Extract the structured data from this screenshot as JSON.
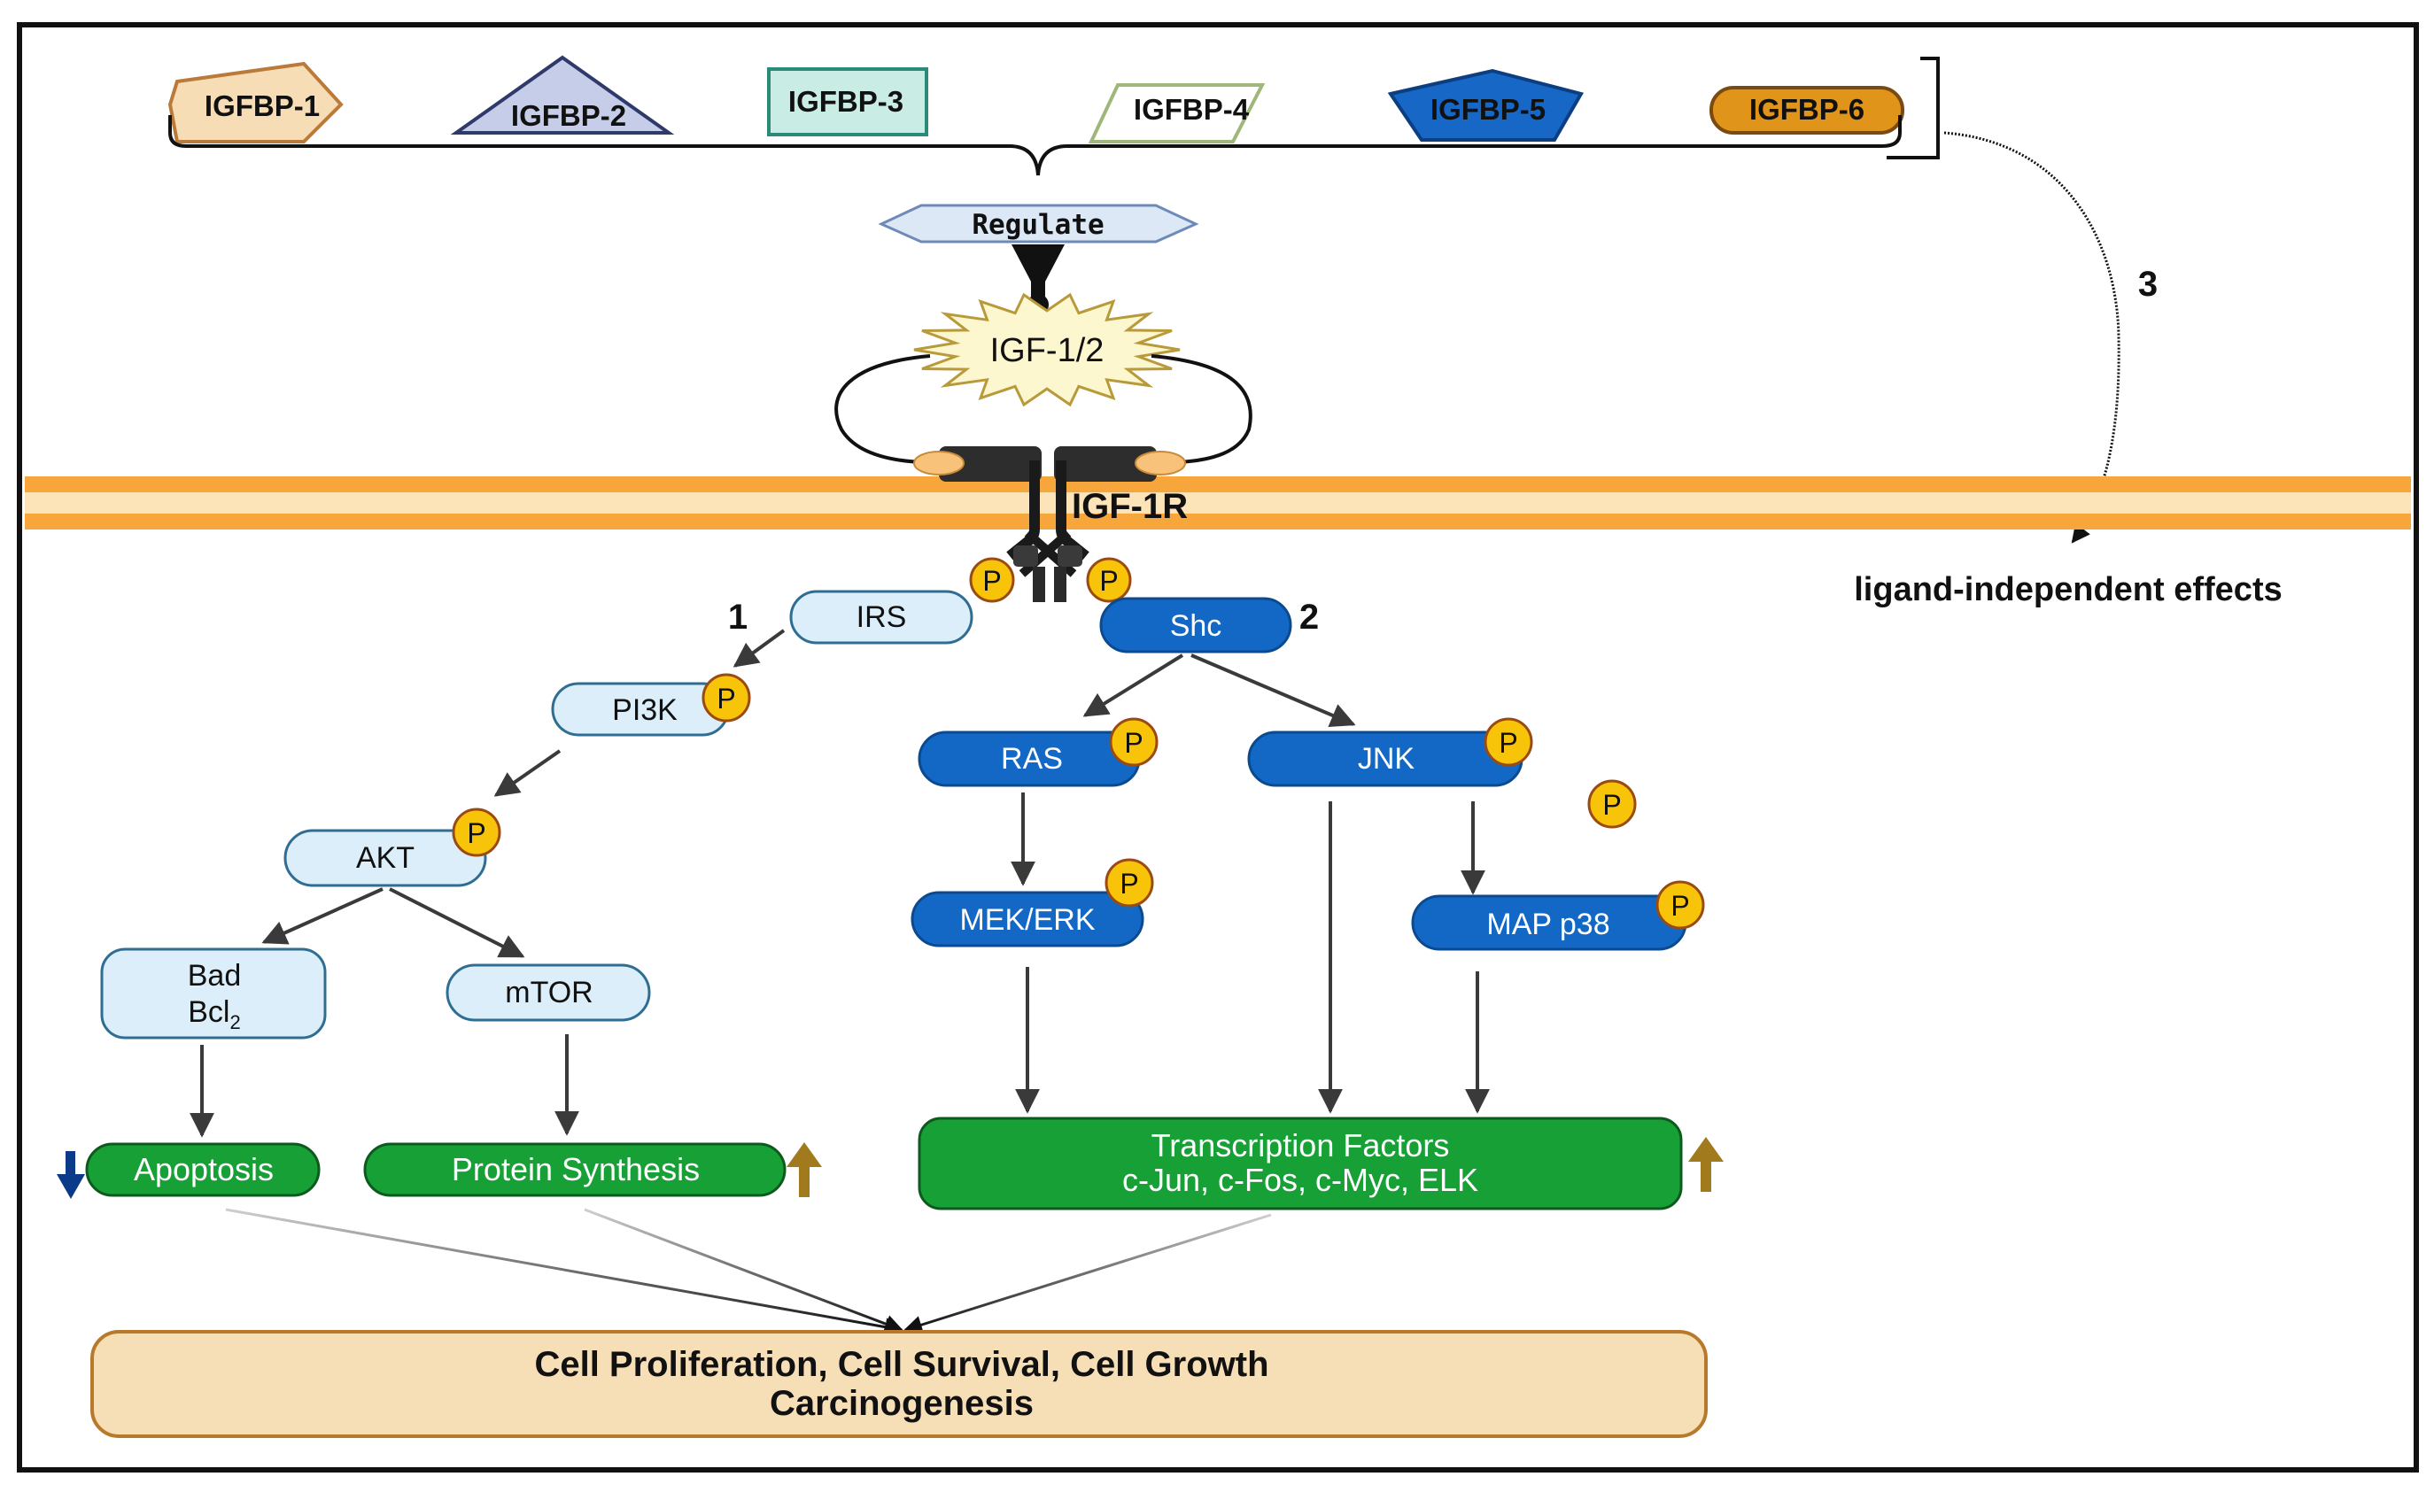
{
  "binding_proteins": {
    "igfbp1": "IGFBP-1",
    "igfbp2": "IGFBP-2",
    "igfbp3": "IGFBP-3",
    "igfbp4": "IGFBP-4",
    "igfbp5": "IGFBP-5",
    "igfbp6": "IGFBP-6"
  },
  "regulate": "Regulate",
  "ligand": "IGF-1/2",
  "receptor": "IGF-1R",
  "path_numbers": {
    "p1": "1",
    "p2": "2",
    "p3": "3"
  },
  "ligand_independent": "ligand-independent effects",
  "phospho": "P",
  "nodes": {
    "irs": "IRS",
    "pi3k": "PI3K",
    "akt": "AKT",
    "bad": "Bad",
    "bcl2_base": "Bcl",
    "bcl2_sub": "2",
    "mtor": "mTOR",
    "shc": "Shc",
    "ras": "RAS",
    "jnk": "JNK",
    "mek_erk": "MEK/ERK",
    "map_p38": "MAP p38"
  },
  "outcomes": {
    "apoptosis": "Apoptosis",
    "protein_synthesis": "Protein Synthesis",
    "tf_line1": "Transcription Factors",
    "tf_line2": "c-Jun, c-Fos, c-Myc, ELK"
  },
  "result": {
    "line1": "Cell Proliferation, Cell Survival, Cell Growth",
    "line2": "Carcinogenesis"
  },
  "colors": {
    "membrane_outer": "#f7a63b",
    "membrane_inner": "#fde3b8",
    "light_node_fill": "#dbeef9",
    "light_node_stroke": "#2f6d92",
    "dark_node_fill": "#1268c4",
    "dark_node_stroke": "#0b4a8f",
    "outcome_green": "#17a035",
    "phospho_fill": "#f7c40a",
    "phospho_stroke": "#9a4a12",
    "up_arrow": "#a07a1c",
    "down_arrow": "#0b3a88",
    "result_fill": "#f6dfb7",
    "result_stroke": "#b87a2a"
  }
}
